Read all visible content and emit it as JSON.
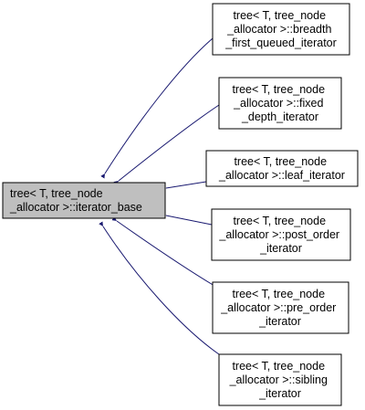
{
  "colors": {
    "edge": "#191970",
    "base_fill": "#bfbfbf",
    "node_fill": "#ffffff",
    "border": "#000000"
  },
  "base_node": {
    "lines": [
      "tree< T, tree_node",
      "_allocator >::iterator_base"
    ]
  },
  "derived_nodes": [
    {
      "lines": [
        "tree< T, tree_node",
        "_allocator >::breadth",
        "_first_queued_iterator"
      ]
    },
    {
      "lines": [
        "tree< T, tree_node",
        "_allocator >::fixed",
        "_depth_iterator"
      ]
    },
    {
      "lines": [
        "tree< T, tree_node",
        "_allocator >::leaf_iterator"
      ]
    },
    {
      "lines": [
        "tree< T, tree_node",
        "_allocator >::post_order",
        "_iterator"
      ]
    },
    {
      "lines": [
        "tree< T, tree_node",
        "_allocator >::pre_order",
        "_iterator"
      ]
    },
    {
      "lines": [
        "tree< T, tree_node",
        "_allocator >::sibling",
        "_iterator"
      ]
    }
  ]
}
